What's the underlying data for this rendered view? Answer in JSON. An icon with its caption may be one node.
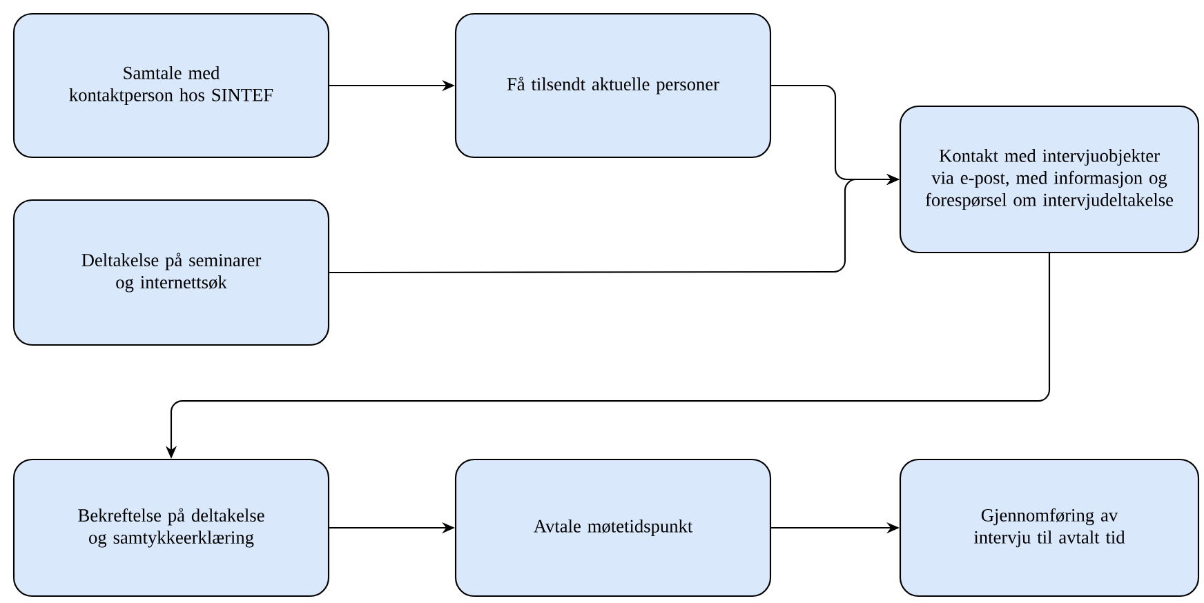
{
  "diagram": {
    "nodes": [
      {
        "text": [
          "Samtale med kontaktperson hos SINTEF"
        ]
      },
      {
        "text": [
          "Få tilsendt aktuelle personer"
        ]
      },
      {
        "text": [
          "Kontakt med intervjuobjekter via e-post, med informasjon og forespørsel om intervjudeltakelse"
        ]
      },
      {
        "text": [
          "Deltakelse på seminarer og internettsøk"
        ]
      },
      {
        "text": [
          "Bekreftelse på deltakelse og samtykkeerklæring"
        ]
      },
      {
        "text": [
          "Avtale møtetidspunkt"
        ]
      },
      {
        "text": [
          "Gjennomføring av intervju til avtalt tid"
        ]
      }
    ],
    "edges": [
      {
        "from": 0,
        "to": 1,
        "arrow": "to"
      },
      {
        "from": 1,
        "to": 2,
        "arrow": "to"
      },
      {
        "from": 3,
        "to": 2,
        "arrow": "to"
      },
      {
        "from": 2,
        "to": 4,
        "arrow": "to"
      },
      {
        "from": 4,
        "to": 5,
        "arrow": "to"
      },
      {
        "from": 5,
        "to": 6,
        "arrow": "to"
      }
    ]
  }
}
